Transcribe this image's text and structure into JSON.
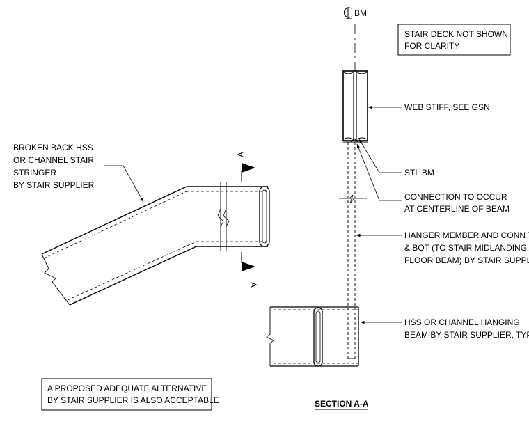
{
  "labels": {
    "cl_bm": "BM",
    "stair_deck_1": "STAIR DECK NOT SHOWN",
    "stair_deck_2": "FOR CLARITY",
    "web_stiff": "WEB STIFF, SEE GSN",
    "stl_bm": "STL BM",
    "connection_1": "CONNECTION TO OCCUR",
    "connection_2": "AT CENTERLINE OF BEAM",
    "hanger_1": "HANGER MEMBER AND CONN TO",
    "hanger_2": "& BOT (TO STAIR MIDLANDING AN",
    "hanger_3": "FLOOR BEAM) BY STAIR SUPPLIE",
    "hss_hanging_1": "HSS OR CHANNEL HANGING",
    "hss_hanging_2": "BEAM BY STAIR SUPPLIER, TYP",
    "broken_back_1": "BROKEN BACK HSS",
    "broken_back_2": "OR CHANNEL STAIR",
    "broken_back_3": "STRINGER",
    "broken_back_4": "BY STAIR SUPPLIER",
    "section_mark_top": "A",
    "section_mark_bottom": "A",
    "note_1": "A PROPOSED  ADEQUATE ALTERNATIVE",
    "note_2": "BY STAIR SUPPLIER IS ALSO ACCEPTABLE",
    "section_title": "SECTION A-A"
  }
}
